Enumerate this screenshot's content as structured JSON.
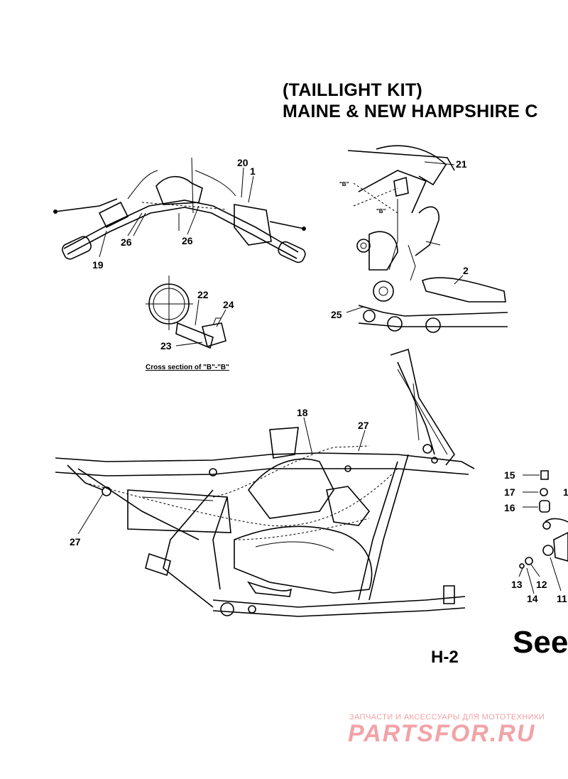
{
  "header": {
    "title_line1": "(TAILLIGHT KIT)",
    "title_line2": "MAINE & NEW HAMPSHIRE C"
  },
  "cross_section_caption": "Cross section of \"B\"-\"B\"",
  "section_markers": [
    "\"B\"",
    "\"B\""
  ],
  "part_numbers": [
    "20",
    "1",
    "26",
    "26",
    "19",
    "21",
    "2",
    "25",
    "22",
    "24",
    "23",
    "18",
    "27",
    "27",
    "15",
    "17",
    "16",
    "13",
    "12",
    "14",
    "11",
    "1"
  ],
  "page_code": "H-2",
  "see_label": "See",
  "watermark": {
    "caption": "ЗАПЧАСТИ И АКСЕССУАРЫ ДЛЯ МОТОТЕХНИКИ",
    "logo": "PARTSFOR.RU"
  },
  "colors": {
    "ink": "#000000",
    "paper": "#ffffff",
    "watermark": "#f2a3a7"
  }
}
